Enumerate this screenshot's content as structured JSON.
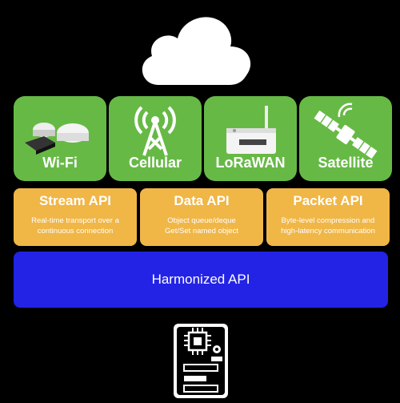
{
  "connectivity": [
    {
      "label": "Wi-Fi",
      "icon": "wifi-router-icon"
    },
    {
      "label": "Cellular",
      "icon": "cell-tower-icon"
    },
    {
      "label": "LoRaWAN",
      "icon": "lorawan-gateway-icon"
    },
    {
      "label": "Satellite",
      "icon": "satellite-icon"
    }
  ],
  "apis": [
    {
      "title": "Stream API",
      "line1": "Real-time transport over a",
      "line2": "continuous connection"
    },
    {
      "title": "Data API",
      "line1": "Object queue/deque",
      "line2": "Get/Set named object"
    },
    {
      "title": "Packet API",
      "line1": "Byte-level compression and",
      "line2": "high-latency communication"
    }
  ],
  "harmonized": {
    "label": "Harmonized API"
  },
  "colors": {
    "green": "#67b946",
    "orange": "#f0b646",
    "blue": "#2323e6",
    "background": "#000000"
  }
}
